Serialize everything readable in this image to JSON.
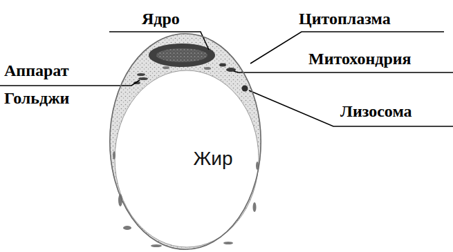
{
  "diagram": {
    "nodes": [
      {
        "text": [
          "Жир"
        ]
      }
    ],
    "labels": [
      "Ядро",
      "Цитоплазма",
      "Аппарат Гольджи",
      "Митохондрия",
      "Лизосома"
    ]
  }
}
